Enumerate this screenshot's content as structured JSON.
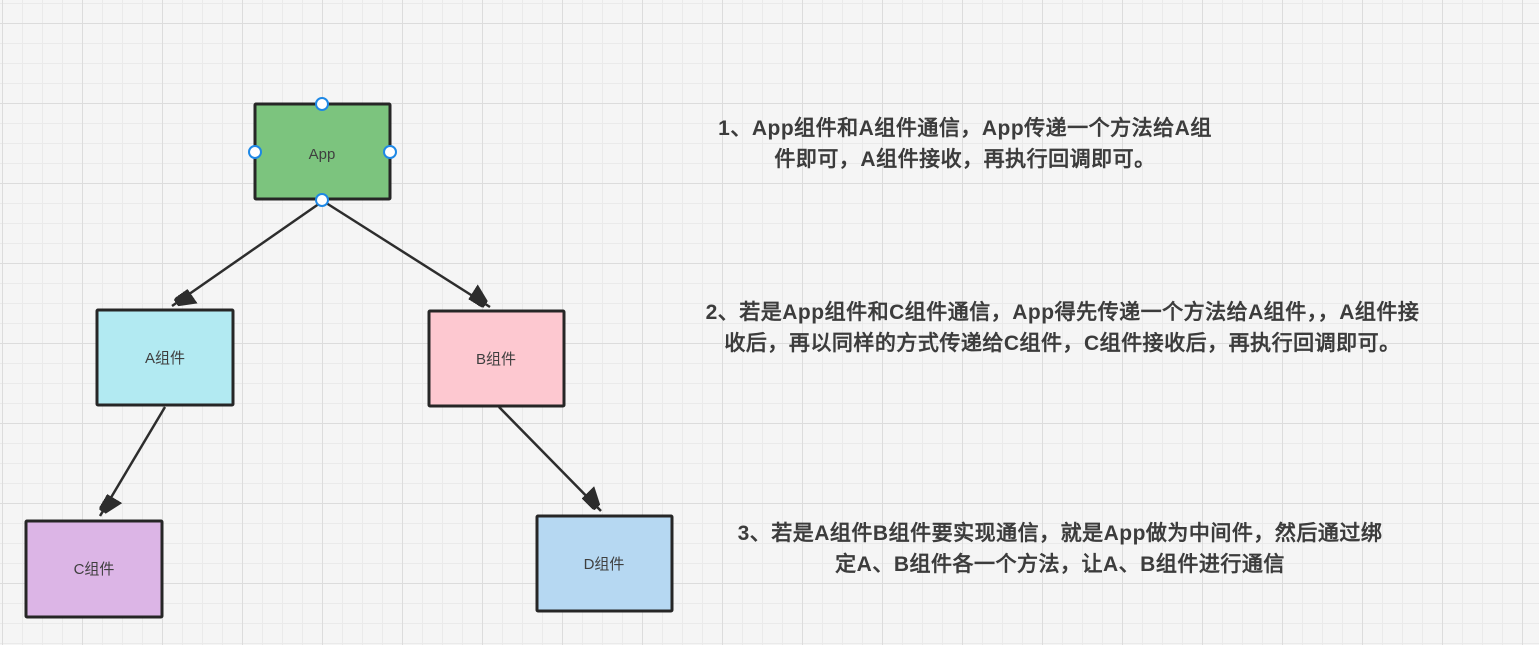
{
  "diagram": {
    "nodes": {
      "app": {
        "label": "App",
        "fill": "#7cc47e"
      },
      "a": {
        "label": "A组件",
        "fill": "#b2eaf2"
      },
      "b": {
        "label": "B组件",
        "fill": "#fdc8d0"
      },
      "c": {
        "label": "C组件",
        "fill": "#dcb5e6"
      },
      "d": {
        "label": "D组件",
        "fill": "#b6d8f2"
      }
    },
    "colors": {
      "node_border": "#262626",
      "edge": "#2d2d2d",
      "handle_ring": "#1e88e5",
      "canvas_bg": "#f5f5f5",
      "grid_minor": "#eaeaea",
      "grid_major": "#dcdcdc",
      "label_text": "#3f3f3f",
      "note_text": "#3c3c3c"
    }
  },
  "annotations": {
    "note1": {
      "line1": "1、App组件和A组件通信，App传递一个方法给A组",
      "line2": "件即可，A组件接收，再执行回调即可。"
    },
    "note2": {
      "line1": "2、若是App组件和C组件通信，App得先传递一个方法给A组件，，A组件接",
      "line2": "收后，再以同样的方式传递给C组件，C组件接收后，再执行回调即可。"
    },
    "note3": {
      "line1": "3、若是A组件B组件要实现通信，就是App做为中间件，然后通过绑",
      "line2": "定A、B组件各一个方法，让A、B组件进行通信"
    }
  }
}
